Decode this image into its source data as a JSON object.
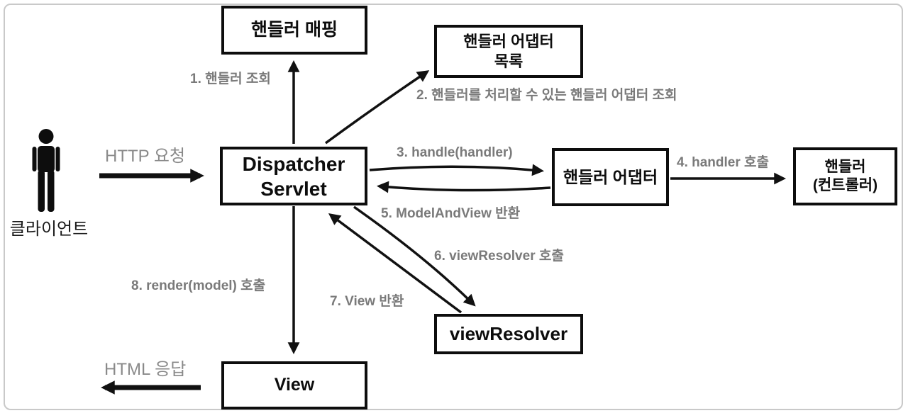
{
  "boxes": {
    "handler_mapping": "핸들러 매핑",
    "handler_adapter_list": [
      "핸들러 어댑터",
      "목록"
    ],
    "dispatcher_servlet": [
      "Dispatcher",
      "Servlet"
    ],
    "handler_adapter": "핸들러 어댑터",
    "handler_controller": [
      "핸들러",
      "(컨트롤러)"
    ],
    "view_resolver": "viewResolver",
    "view": "View"
  },
  "steps": {
    "s1": "1. 핸들러 조회",
    "s2": "2. 핸들러를 처리할 수 있는 핸들러 어댑터 조회",
    "s3": "3. handle(handler)",
    "s4": "4. handler 호출",
    "s5": "5. ModelAndView 반환",
    "s6": "6. viewResolver 호출",
    "s7": "7. View 반환",
    "s8": "8. render(model) 호출"
  },
  "flow": {
    "http_request": "HTTP 요청",
    "html_response": "HTML 응답",
    "client": "클라이언트"
  },
  "colors": {
    "box_border": "#0d0d0d",
    "arrow": "#111111",
    "step_label_gray": "#7a7a7a",
    "flow_label_gray": "#8a8a8a",
    "frame_border": "#c9c9c9",
    "background": "#ffffff"
  }
}
